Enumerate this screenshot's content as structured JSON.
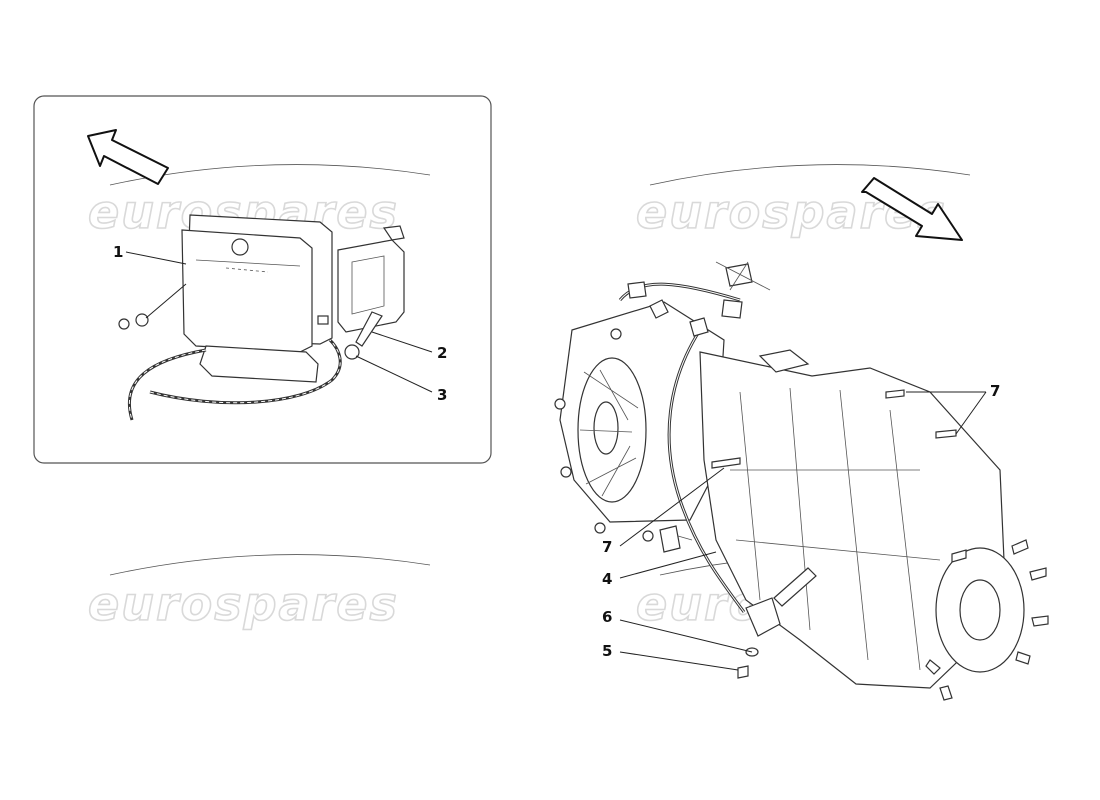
{
  "watermark": {
    "text": "eurospares",
    "color": "#d9d9d9"
  },
  "callouts": {
    "c1": "1",
    "c2": "2",
    "c3": "3",
    "c4": "4",
    "c5": "5",
    "c6": "6",
    "c7a": "7",
    "c7b": "7"
  },
  "colors": {
    "line": "#222222",
    "frame": "#555555",
    "background": "#ffffff"
  },
  "icons": {
    "inset_direction": "arrow-up-left-icon",
    "main_direction": "arrow-down-right-icon"
  }
}
